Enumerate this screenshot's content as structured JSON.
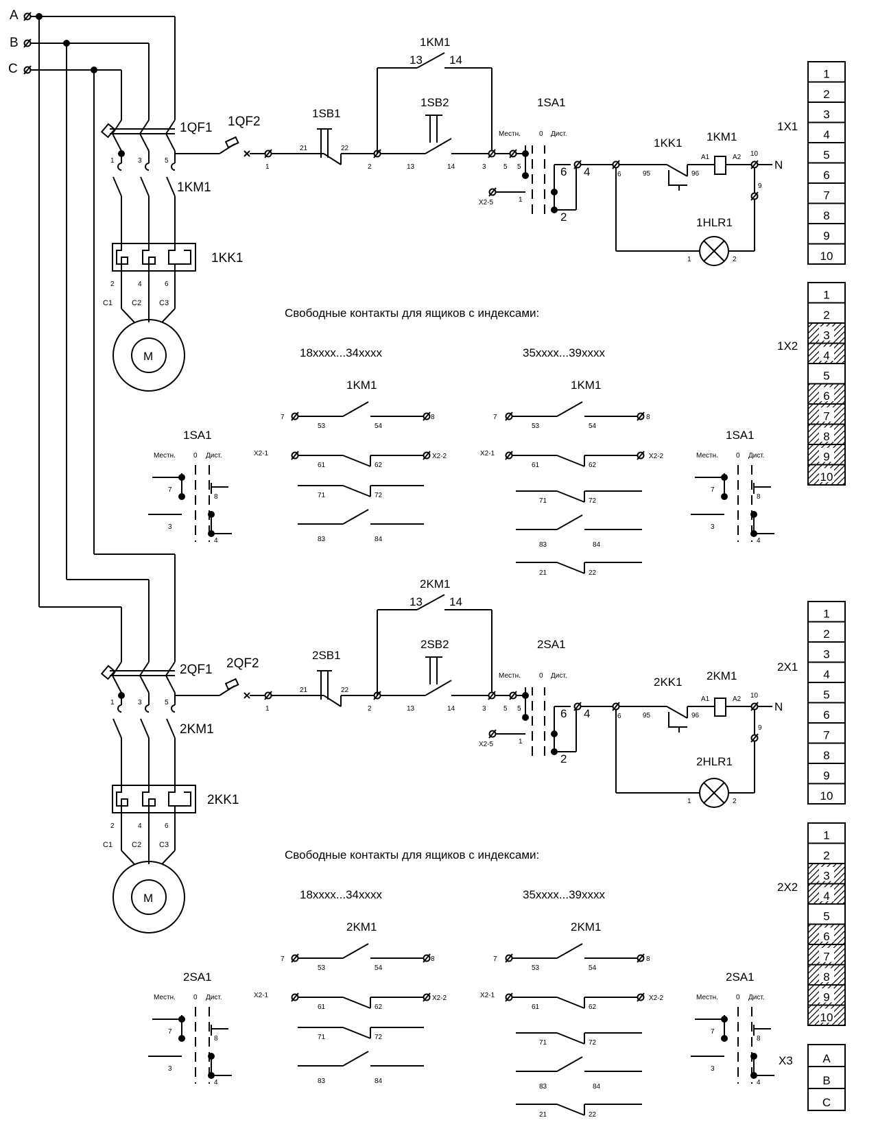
{
  "phases": [
    "A",
    "B",
    "C"
  ],
  "neutral": "N",
  "motor_symbol": "M",
  "motor_leads": [
    "C1",
    "C2",
    "C3"
  ],
  "breaker_terminals": [
    "1",
    "3",
    "5"
  ],
  "overload_terminals": [
    "2",
    "4",
    "6"
  ],
  "switch_pos": {
    "local": "Местн.",
    "zero": "0",
    "remote": "Дист."
  },
  "free_contacts_title": "Свободные контакты для ящиков с индексами:",
  "range_a": "18xxxx...34xxxx",
  "range_b": "35xxxx...39xxxx",
  "ctrl_wire_nums": {
    "w1": "1",
    "w21": "21",
    "w22": "22",
    "w2": "2",
    "w13": "13",
    "w14": "14",
    "w3": "3",
    "w5": "5",
    "w5b": "5",
    "w6": "6",
    "w4": "4",
    "w6b": "6",
    "w95": "95",
    "w96": "96",
    "wA1": "A1",
    "wA2": "A2",
    "w10": "10",
    "w9": "9",
    "wL1": "1",
    "wL2": "2",
    "wX25": "X2-5",
    "wS1": "1",
    "wS2": "2",
    "wS6": "6",
    "wH13": "13",
    "wH14": "14"
  },
  "free_contact_nums": {
    "c7": "7",
    "c8": "8",
    "c53": "53",
    "c54": "54",
    "cX21": "X2-1",
    "cX22": "X2-2",
    "c61": "61",
    "c62": "62",
    "c71": "71",
    "c72": "72",
    "c83": "83",
    "c84": "84",
    "c21": "21",
    "c22": "22"
  },
  "sa_free_nums": {
    "n7": "7",
    "n8": "8",
    "n3": "3",
    "n4": "4"
  },
  "unit1": {
    "qf1": "1QF1",
    "qf2": "1QF2",
    "km": "1KM1",
    "kk": "1KK1",
    "sb1": "1SB1",
    "sb2": "1SB2",
    "sa": "1SA1",
    "hlr": "1HLR1",
    "x1": "1X1",
    "x2": "1X2"
  },
  "unit2": {
    "qf1": "2QF1",
    "qf2": "2QF2",
    "km": "2KM1",
    "kk": "2KK1",
    "sb1": "2SB1",
    "sb2": "2SB2",
    "sa": "2SA1",
    "hlr": "2HLR1",
    "x1": "2X1",
    "x2": "2X2"
  },
  "terminal_x1": [
    "1",
    "2",
    "3",
    "4",
    "5",
    "6",
    "7",
    "8",
    "9",
    "10"
  ],
  "terminal_x2": [
    {
      "n": "1",
      "hatched": false
    },
    {
      "n": "2",
      "hatched": false
    },
    {
      "n": "3",
      "hatched": true
    },
    {
      "n": "4",
      "hatched": true
    },
    {
      "n": "5",
      "hatched": false
    },
    {
      "n": "6",
      "hatched": true
    },
    {
      "n": "7",
      "hatched": true
    },
    {
      "n": "8",
      "hatched": true
    },
    {
      "n": "9",
      "hatched": true
    },
    {
      "n": "10",
      "hatched": true
    }
  ],
  "x3_label": "X3",
  "x3": [
    "A",
    "B",
    "C"
  ],
  "colors": {
    "line": "#000000",
    "background": "#ffffff"
  }
}
